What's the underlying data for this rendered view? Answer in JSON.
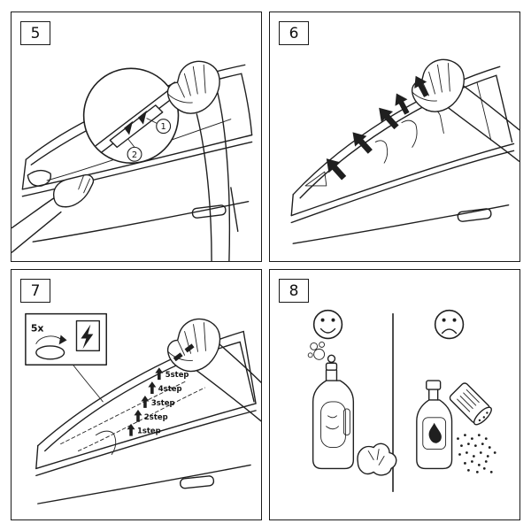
{
  "colors": {
    "paper": "#ffffff",
    "ink": "#1f1f1f"
  },
  "panels": {
    "p5": {
      "number": "5",
      "callout": {
        "step1": "1",
        "step2": "2"
      }
    },
    "p6": {
      "number": "6"
    },
    "p7": {
      "number": "7",
      "inset": {
        "repeat_label": "5x"
      },
      "steps": [
        {
          "label": "5step"
        },
        {
          "label": "4step"
        },
        {
          "label": "3step"
        },
        {
          "label": "2step"
        },
        {
          "label": "1step"
        }
      ]
    },
    "p8": {
      "number": "8"
    }
  },
  "icons": {
    "smiley": "smiley-face-icon",
    "sad": "sad-face-icon",
    "flame": "flame-icon",
    "lightning": "lightning-bolt-icon",
    "circular_arrow": "circular-arrow-icon",
    "bubbles": "bubbles-icon",
    "press_arrows": "press-arrow-icon",
    "magnifier": "magnifier-callout"
  }
}
